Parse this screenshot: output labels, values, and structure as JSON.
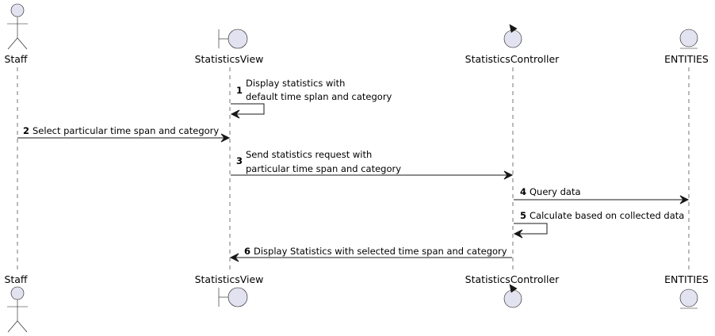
{
  "participants": [
    {
      "id": "staff",
      "name": "Staff",
      "kind": "actor"
    },
    {
      "id": "view",
      "name": "StatisticsView",
      "kind": "boundary"
    },
    {
      "id": "controller",
      "name": "StatisticsController",
      "kind": "control"
    },
    {
      "id": "entities",
      "name": "ENTITIES",
      "kind": "entity"
    }
  ],
  "messages": [
    {
      "number": "1",
      "from": "view",
      "to": "view",
      "lines": [
        "Display statistics with",
        "default time splan and category"
      ]
    },
    {
      "number": "2",
      "from": "staff",
      "to": "view",
      "lines": [
        "Select particular time span and category"
      ]
    },
    {
      "number": "3",
      "from": "view",
      "to": "controller",
      "lines": [
        "Send statistics request with",
        "particular time span and category"
      ]
    },
    {
      "number": "4",
      "from": "controller",
      "to": "entities",
      "lines": [
        "Query data"
      ]
    },
    {
      "number": "5",
      "from": "controller",
      "to": "controller",
      "lines": [
        "Calculate based on collected data"
      ]
    },
    {
      "number": "6",
      "from": "controller",
      "to": "view",
      "lines": [
        "Display Statistics with selected time span and category"
      ]
    }
  ],
  "colors": {
    "participant_fill": "#E2E2F0",
    "line": "#181818",
    "text": "#000000",
    "background": "#FFFFFF"
  }
}
